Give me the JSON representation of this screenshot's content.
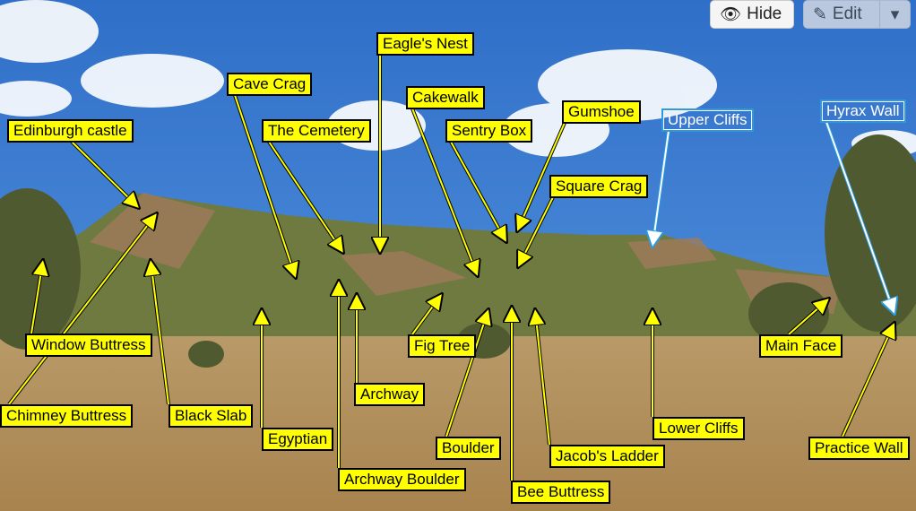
{
  "toolbar": {
    "hide_label": "Hide",
    "edit_label": "Edit"
  },
  "labels": [
    {
      "text": "Edinburgh castle",
      "style": "yellow"
    },
    {
      "text": "Cave Crag",
      "style": "yellow"
    },
    {
      "text": "Eagle's Nest",
      "style": "yellow"
    },
    {
      "text": "The Cemetery",
      "style": "yellow"
    },
    {
      "text": "Cakewalk",
      "style": "yellow"
    },
    {
      "text": "Sentry Box",
      "style": "yellow"
    },
    {
      "text": "Gumshoe",
      "style": "yellow"
    },
    {
      "text": "Square Crag",
      "style": "yellow"
    },
    {
      "text": "Upper Cliffs",
      "style": "blue"
    },
    {
      "text": "Hyrax Wall",
      "style": "blue"
    },
    {
      "text": "Window Buttress",
      "style": "yellow"
    },
    {
      "text": "Chimney Buttress",
      "style": "yellow"
    },
    {
      "text": "Black Slab",
      "style": "yellow"
    },
    {
      "text": "Egyptian",
      "style": "yellow"
    },
    {
      "text": "Archway Boulder",
      "style": "yellow"
    },
    {
      "text": "Archway",
      "style": "yellow"
    },
    {
      "text": "Fig Tree",
      "style": "yellow"
    },
    {
      "text": "Boulder",
      "style": "yellow"
    },
    {
      "text": "Bee Buttress",
      "style": "yellow"
    },
    {
      "text": "Jacob's Ladder",
      "style": "yellow"
    },
    {
      "text": "Lower Cliffs",
      "style": "yellow"
    },
    {
      "text": "Main Face",
      "style": "yellow"
    },
    {
      "text": "Practice Wall",
      "style": "yellow"
    }
  ]
}
